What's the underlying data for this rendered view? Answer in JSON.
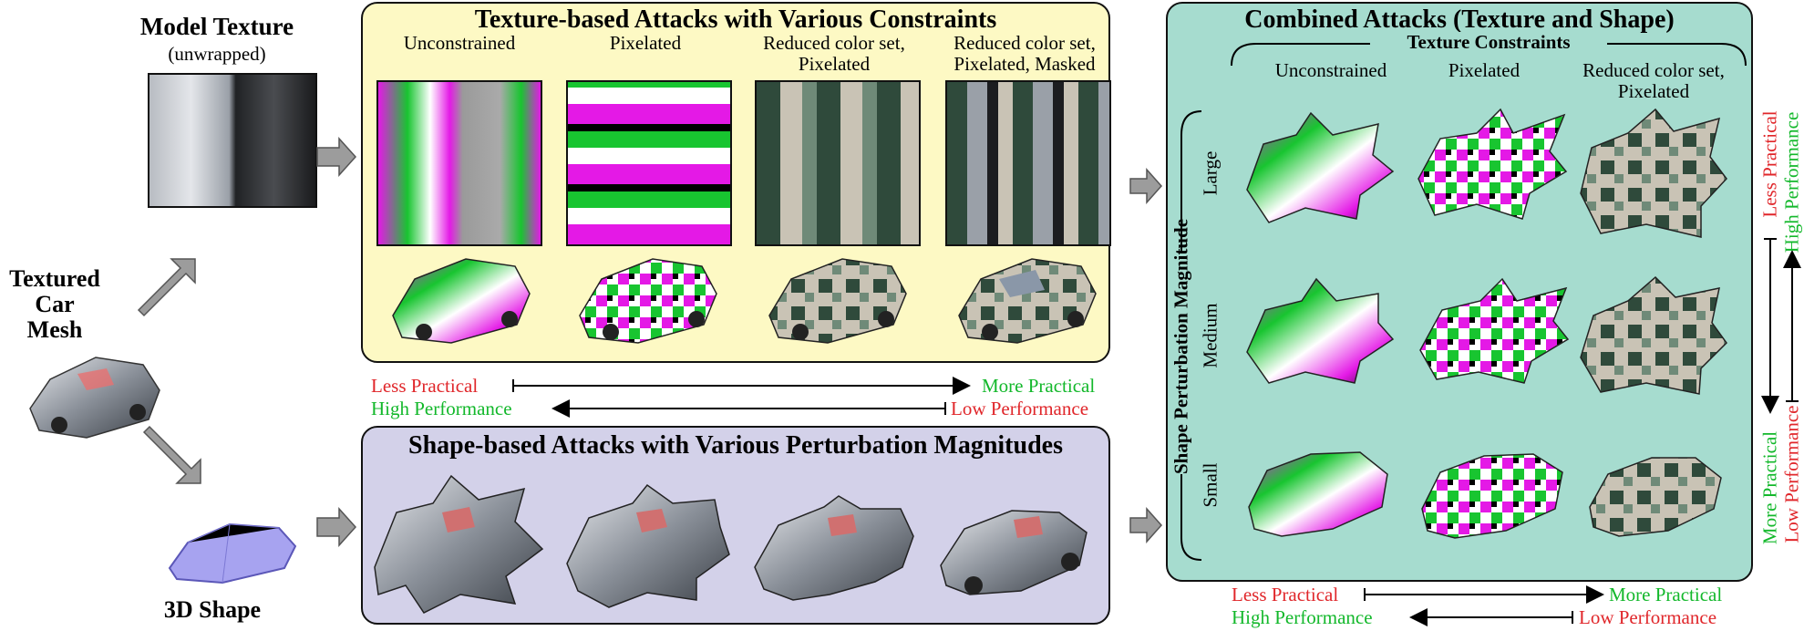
{
  "left": {
    "model_texture_title": "Model Texture",
    "model_texture_sub": "(unwrapped)",
    "mesh_line1": "Textured",
    "mesh_line2": "Car",
    "mesh_line3": "Mesh",
    "shape_label": "3D Shape"
  },
  "texture_panel": {
    "title": "Texture-based Attacks with Various Constraints",
    "columns": [
      {
        "line1": "Unconstrained",
        "line2": ""
      },
      {
        "line1": "Pixelated",
        "line2": ""
      },
      {
        "line1": "Reduced color set,",
        "line2": "Pixelated"
      },
      {
        "line1": "Reduced color set,",
        "line2": "Pixelated, Masked"
      }
    ]
  },
  "middle_scale": {
    "less_practical": "Less Practical",
    "more_practical": "More Practical",
    "high_performance": "High Performance",
    "low_performance": "Low Performance"
  },
  "shape_panel": {
    "title": "Shape-based Attacks with Various Perturbation Magnitudes"
  },
  "combined_panel": {
    "title": "Combined Attacks (Texture and Shape)",
    "texture_constraints": "Texture Constraints",
    "columns": [
      {
        "line1": "Unconstrained",
        "line2": ""
      },
      {
        "line1": "Pixelated",
        "line2": ""
      },
      {
        "line1": "Reduced color set,",
        "line2": "Pixelated"
      }
    ],
    "shape_axis_label": "Shape Perturbation Magnitude",
    "rows": [
      "Large",
      "Medium",
      "Small"
    ]
  },
  "right_scale": {
    "less_practical": "Less Practical",
    "high_performance": "High Performance",
    "more_practical": "More Practical",
    "low_performance": "Low Performance"
  },
  "bottom_scale": {
    "less_practical": "Less Practical",
    "more_practical": "More Practical",
    "high_performance": "High Performance",
    "low_performance": "Low Performance"
  },
  "colors": {
    "yellow_panel": "#fdf9c4",
    "purple_panel": "#d3d1e9",
    "teal_panel": "#a6dccf",
    "red_text": "#e0262a",
    "green_text": "#13b82b",
    "magenta": "#e419e6",
    "camo_dark": "#2f4a3b",
    "camo_light": "#c9c3b5"
  }
}
